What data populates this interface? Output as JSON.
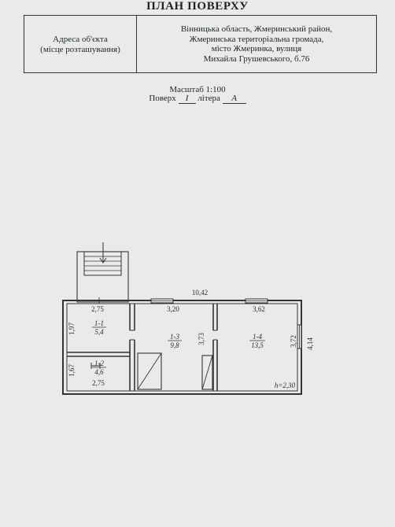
{
  "document": {
    "title": "ПЛАН ПОВЕРХУ",
    "address_label_line1": "Адреса об'єкта",
    "address_label_line2": "(місце розташування)",
    "address_lines": [
      "Вінницька область, Жмеринський район,",
      "Жмеринська територіальна громада,",
      "місто Жмеринка, вулиця",
      "Михайла Грушевського, б.76"
    ],
    "scale": "Масштаб 1:100",
    "floor_prefix": "Поверх",
    "floor_value": "I",
    "letter_prefix": "літера",
    "letter_value": "А"
  },
  "plan": {
    "overall_width": "10,42",
    "rooms": [
      {
        "id": "1-1",
        "area": "5,4"
      },
      {
        "id": "1-2",
        "area": "4,6"
      },
      {
        "id": "1-3",
        "area": "9,8"
      },
      {
        "id": "1-4",
        "area": "13,5"
      }
    ],
    "dims": {
      "r1_width": "2,75",
      "r1_height": "1,97",
      "r2_height": "1,67",
      "r2_width": "2,75",
      "r3_width": "3,20",
      "r3_height": "3,73",
      "r4_width": "3,62",
      "r4_height": "3,72",
      "building_depth": "4,14"
    },
    "ceiling_height": "h=2,30"
  }
}
